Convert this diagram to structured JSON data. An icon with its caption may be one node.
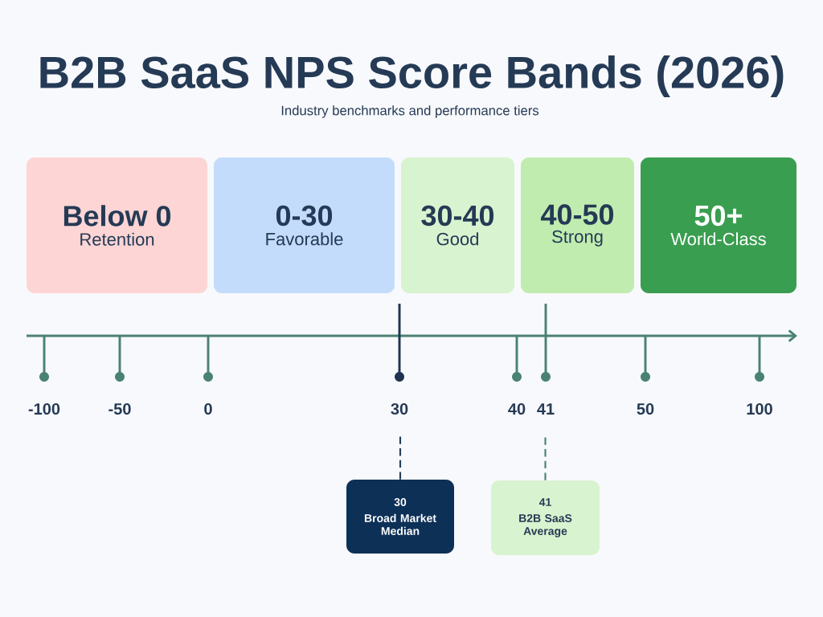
{
  "diagram": {
    "title": "B2B SaaS NPS Score Bands (2026)",
    "nodes": [
      {
        "text": [
          "Below 0",
          "Retention"
        ]
      },
      {
        "text": [
          "0-30",
          "Favorable"
        ]
      },
      {
        "text": [
          "30-40",
          "Good"
        ]
      },
      {
        "text": [
          "40-50",
          "Strong"
        ]
      },
      {
        "text": [
          "50+",
          "World-Class"
        ]
      },
      {
        "text": [
          "30",
          "Broad Market Median"
        ]
      },
      {
        "text": [
          "41",
          "B2B SaaS Average"
        ]
      }
    ],
    "edges": [
      {
        "from": 5,
        "to": null,
        "arrow": "none",
        "style": "dashed",
        "color": "#2a3d56"
      },
      {
        "from": 6,
        "to": null,
        "arrow": "none",
        "style": "dashed",
        "color": "#4a8272"
      }
    ],
    "labels": [
      "Industry benchmarks and performance tiers",
      "-100",
      "-50",
      "0",
      "30",
      "40",
      "41",
      "50",
      "100"
    ]
  }
}
